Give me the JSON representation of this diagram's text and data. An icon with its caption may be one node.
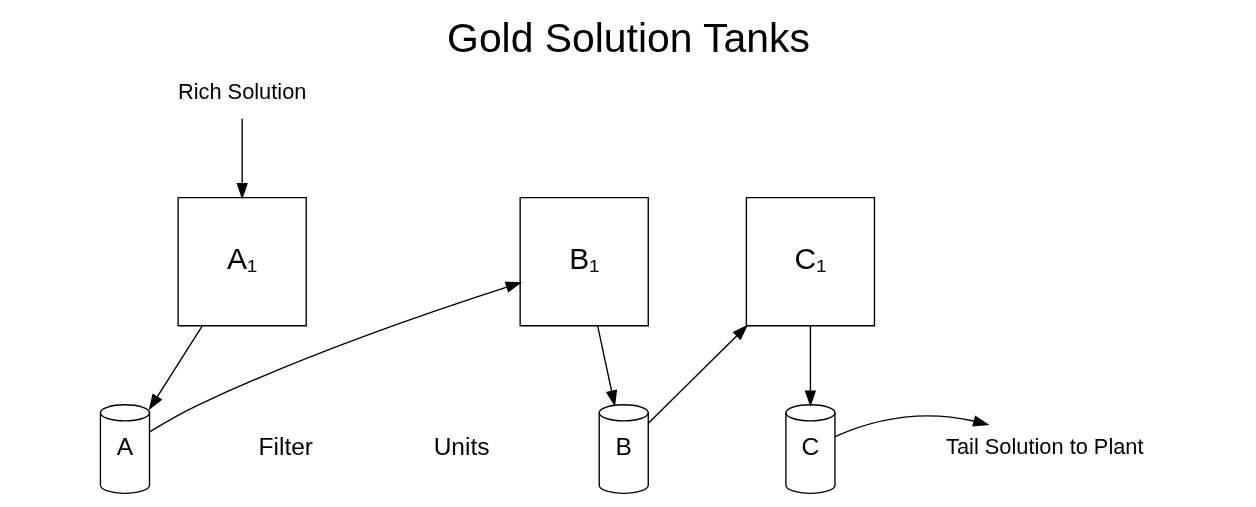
{
  "diagram": {
    "title": "Gold Solution Tanks",
    "nodes": [
      {
        "text": [
          "A₁"
        ]
      },
      {
        "text": [
          "B₁"
        ]
      },
      {
        "text": [
          "C₁"
        ]
      },
      {
        "text": [
          "A"
        ]
      },
      {
        "text": [
          "B"
        ]
      },
      {
        "text": [
          "C"
        ]
      },
      {
        "text": [
          "Rich Solution"
        ]
      },
      {
        "text": [
          "Tail Solution to Plant"
        ]
      }
    ],
    "edges": [
      {
        "from": 6,
        "to": 0,
        "arrow": "to"
      },
      {
        "from": 0,
        "to": 3,
        "arrow": "to"
      },
      {
        "from": 3,
        "to": 1,
        "arrow": "to"
      },
      {
        "from": 1,
        "to": 4,
        "arrow": "to"
      },
      {
        "from": 4,
        "to": 2,
        "arrow": "to"
      },
      {
        "from": 2,
        "to": 5,
        "arrow": "to"
      },
      {
        "from": 5,
        "to": 7,
        "arrow": "to"
      }
    ],
    "labels": [
      "Filter",
      "Units"
    ]
  }
}
